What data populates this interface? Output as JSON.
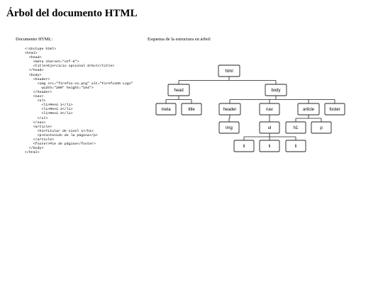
{
  "page": {
    "title": "Árbol del documento HTML",
    "code_label": "Documento HTML:",
    "tree_label": "Esquema de la estructura en árbol:"
  },
  "code_lines": [
    "<!doctype html>",
    "<html>",
    "  <head>",
    "    <meta charset=\"utf-8\">",
    "    <title>Ejercicio opcional árbol</title>",
    "  </head>",
    "  <body>",
    "    <header>",
    "      <img src=\"firefox-os.png\" alt=\"FirefoxOS Logo\"",
    "        width=\"200\" height=\"164\">",
    "    </header>",
    "    <nav>",
    "      <ul>",
    "        <li>Menú 1</li>",
    "        <li>Menú 2</li>",
    "        <li>Menú 3</li>",
    "      </ul>",
    "    </nav>",
    "    <article>",
    "      <h1>Titular de nivel 1</h1>",
    "      <p>Contenido de la página</p>",
    "    </article>",
    "    <footer>Pie de página</footer>",
    "  </body>",
    "</html>"
  ],
  "tree": {
    "nodes": [
      {
        "id": "html",
        "label": "html"
      },
      {
        "id": "head",
        "label": "head"
      },
      {
        "id": "body",
        "label": "body"
      },
      {
        "id": "meta",
        "label": "meta"
      },
      {
        "id": "title",
        "label": "title"
      },
      {
        "id": "header",
        "label": "header"
      },
      {
        "id": "nav",
        "label": "nav"
      },
      {
        "id": "article",
        "label": "article"
      },
      {
        "id": "footer",
        "label": "footer"
      },
      {
        "id": "img",
        "label": "img"
      },
      {
        "id": "ul",
        "label": "ul"
      },
      {
        "id": "h1",
        "label": "h1"
      },
      {
        "id": "p",
        "label": "p"
      },
      {
        "id": "li1",
        "label": "li"
      },
      {
        "id": "li2",
        "label": "li"
      },
      {
        "id": "li3",
        "label": "li"
      }
    ],
    "edges": [
      [
        "html",
        "head"
      ],
      [
        "html",
        "body"
      ],
      [
        "head",
        "meta"
      ],
      [
        "head",
        "title"
      ],
      [
        "body",
        "header"
      ],
      [
        "body",
        "nav"
      ],
      [
        "body",
        "article"
      ],
      [
        "body",
        "footer"
      ],
      [
        "header",
        "img"
      ],
      [
        "nav",
        "ul"
      ],
      [
        "article",
        "h1"
      ],
      [
        "article",
        "p"
      ],
      [
        "ul",
        "li1"
      ],
      [
        "ul",
        "li2"
      ],
      [
        "ul",
        "li3"
      ]
    ]
  }
}
